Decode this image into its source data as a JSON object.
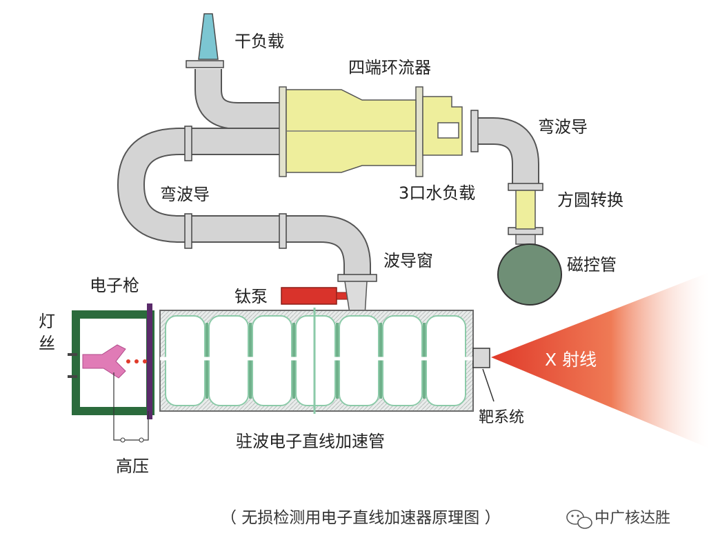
{
  "labels": {
    "dry_load": "干负载",
    "circulator": "四端环流器",
    "bend_top_right": "弯波导",
    "water_load": "3口水负载",
    "bend_left": "弯波导",
    "square_round": "方圆转换",
    "waveguide_window": "波导窗",
    "magnetron": "磁控管",
    "electron_gun": "电子枪",
    "titanium_pump": "钛泵",
    "filament_1": "灯",
    "filament_2": "丝",
    "x_ray": "X 射线",
    "target_system": "靶系统",
    "accelerator_tube": "驻波电子直线加速管",
    "high_voltage": "高压"
  },
  "caption": "（ 无损检测用电子直线加速器原理图 ）",
  "watermark": "中广核达胜",
  "colors": {
    "waveguide": "#d4d4d4",
    "circulator": "#eeee9c",
    "magnetron": "#6f8f76",
    "pump": "#d9332b",
    "gun_housing": "#2b6b3c",
    "cathode": "#e07bb6",
    "xray": "#e03a2a",
    "dry_load_cone": "#7cc6d2",
    "flange": "#3d4a7a"
  },
  "icons": [
    "wechat-icon"
  ]
}
